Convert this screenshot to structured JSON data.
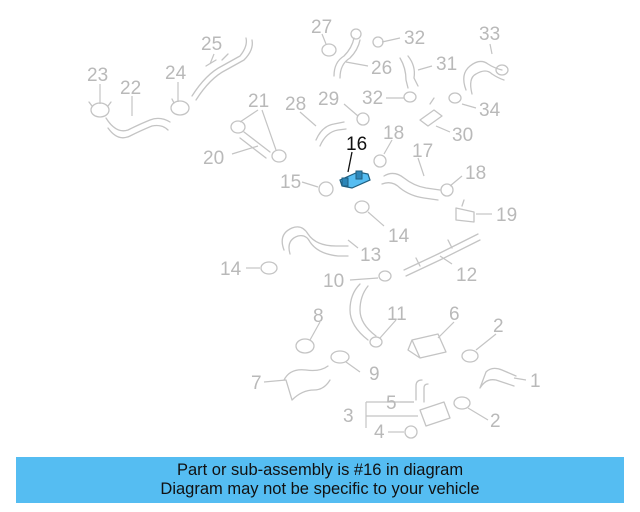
{
  "banner": {
    "line1": "Part or sub-assembly is #16 in diagram",
    "line2": "Diagram may not be specific to your vehicle"
  },
  "highlight_color": "#55bdf2",
  "highlighted_part": "16",
  "callouts": [
    "27",
    "32",
    "33",
    "25",
    "31",
    "26",
    "23",
    "22",
    "24",
    "21",
    "28",
    "29",
    "32",
    "34",
    "18",
    "30",
    "20",
    "16",
    "17",
    "15",
    "18",
    "19",
    "14",
    "13",
    "14",
    "12",
    "10",
    "8",
    "11",
    "6",
    "2",
    "9",
    "7",
    "1",
    "5",
    "3",
    "2",
    "4"
  ]
}
